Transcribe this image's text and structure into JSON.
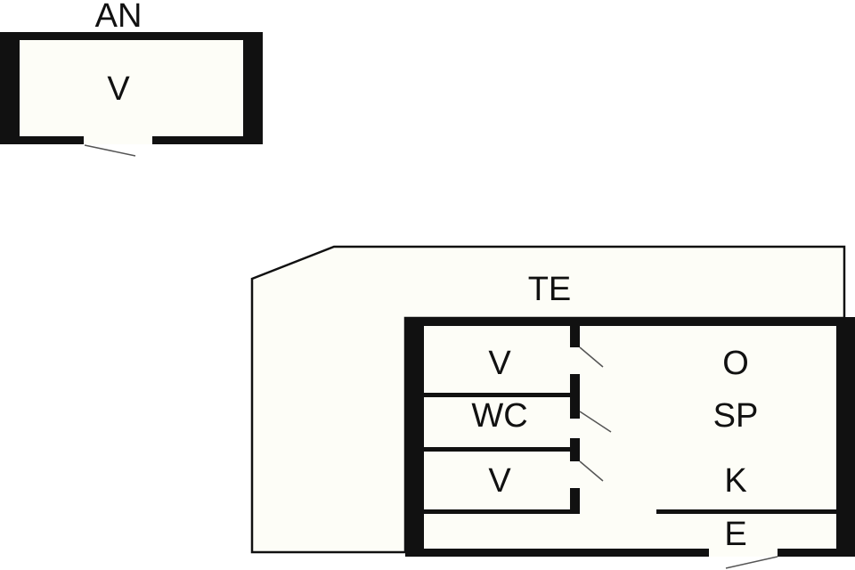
{
  "colors": {
    "wall": "#111111",
    "floor": "#fdfdf7",
    "background": "#ffffff",
    "door_line": "#555555"
  },
  "outbuilding": {
    "title": "AN",
    "rooms": [
      {
        "label": "V"
      }
    ]
  },
  "main": {
    "terrace_label": "TE",
    "rooms": [
      {
        "label": "V"
      },
      {
        "label": "WC"
      },
      {
        "label": "V"
      },
      {
        "label": "O"
      },
      {
        "label": "SP"
      },
      {
        "label": "K"
      },
      {
        "label": "E"
      }
    ]
  }
}
